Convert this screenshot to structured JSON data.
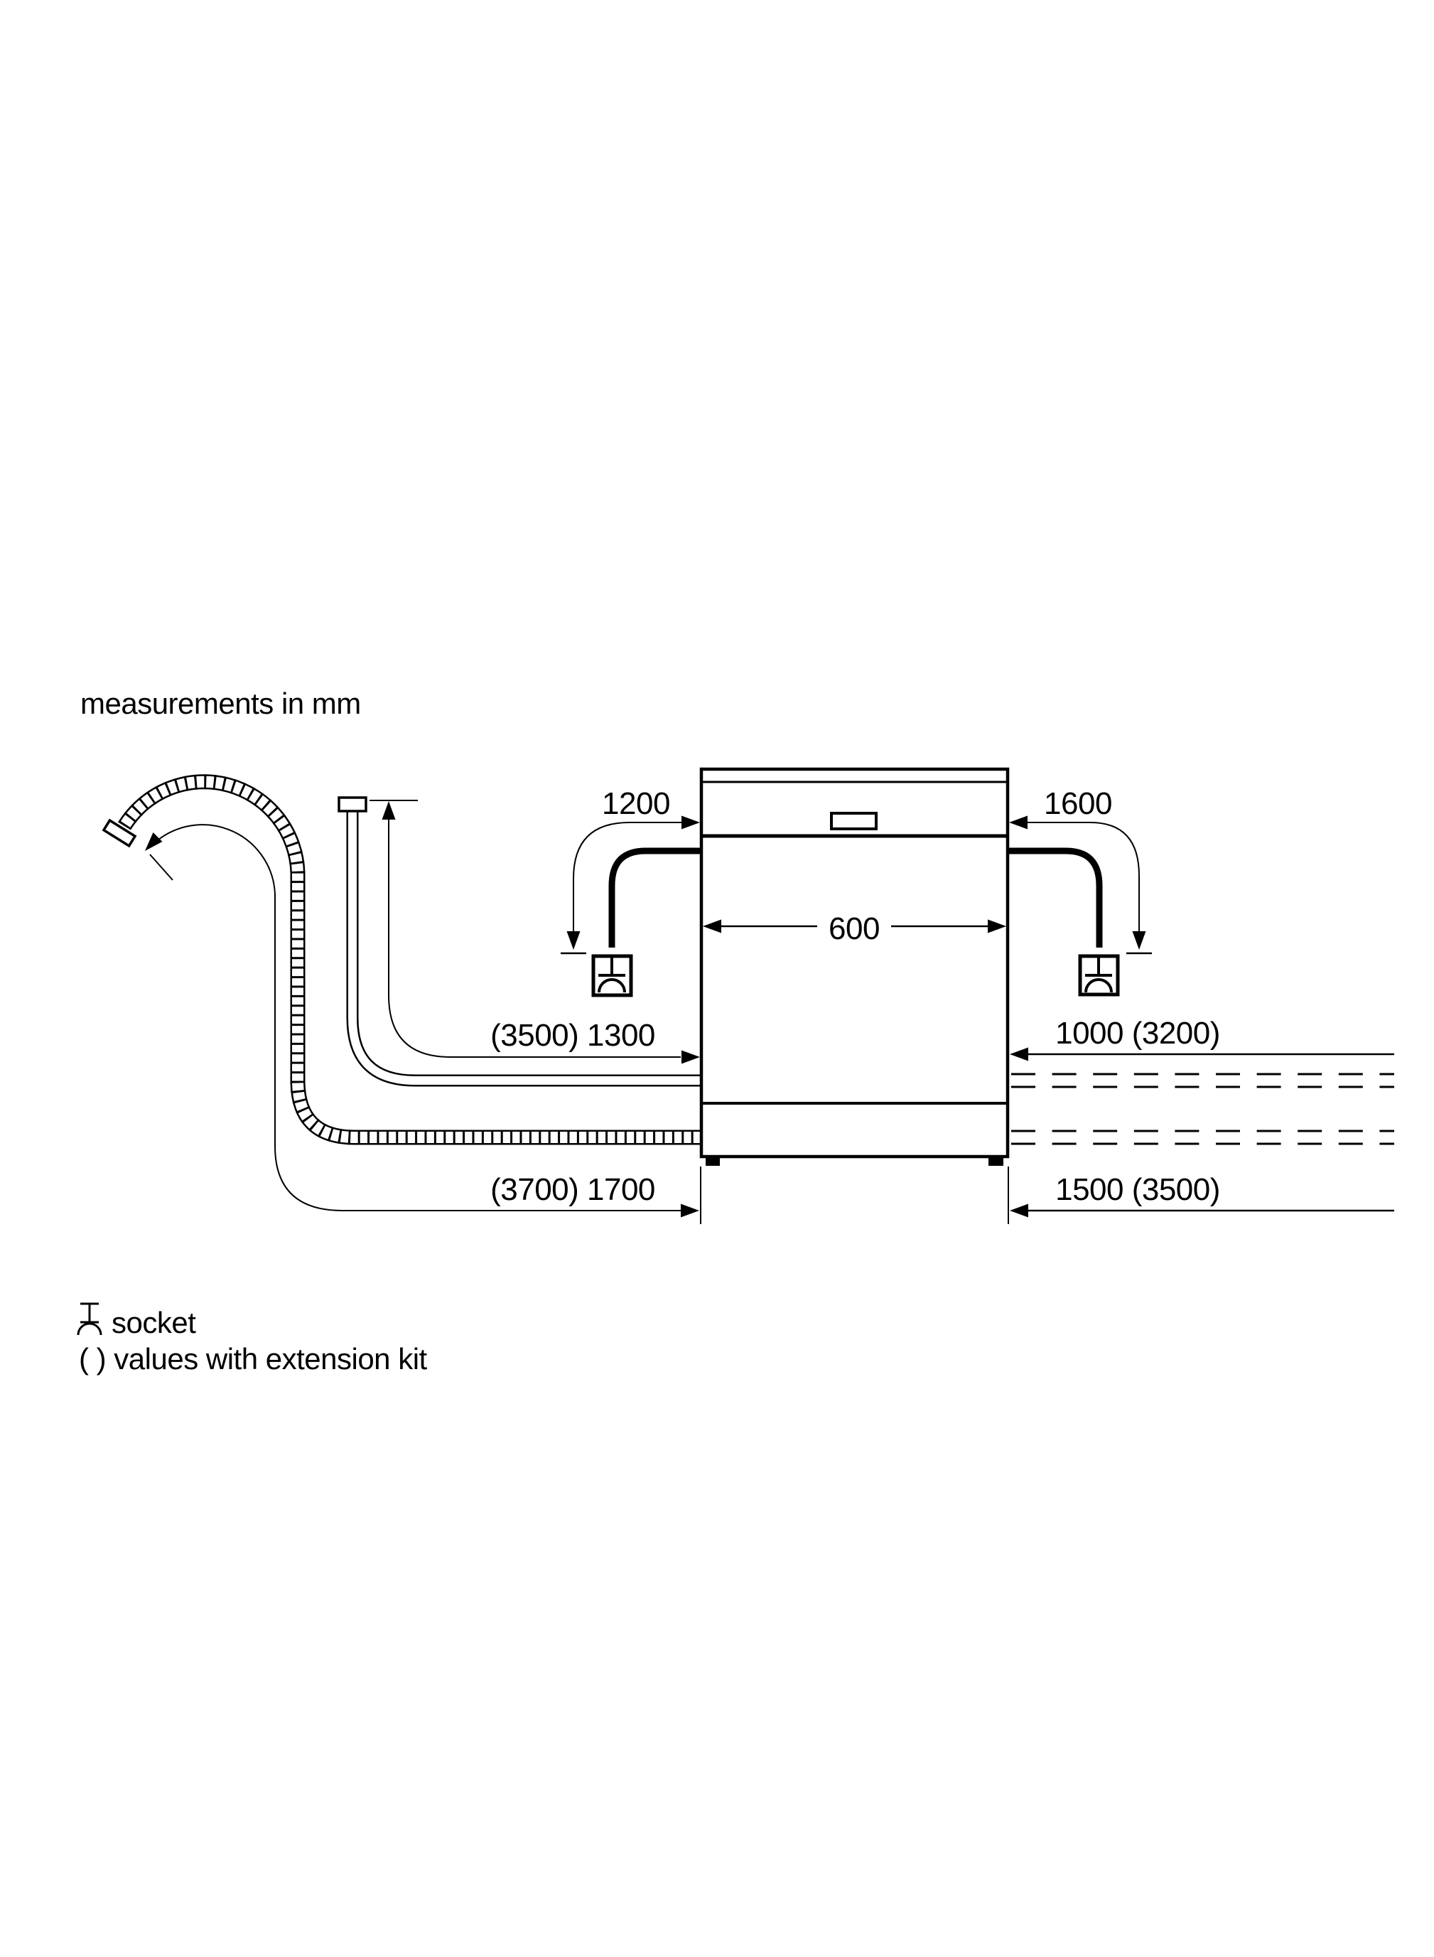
{
  "title": "measurements in mm",
  "dimensions": {
    "appliance_width": "600",
    "power_cord_left": "1200",
    "power_cord_right": "1600",
    "supply_hose_left": "(3500) 1300",
    "drain_hose_left": "(3700) 1700",
    "supply_hose_right": "1000 (3200)",
    "drain_hose_right": "1500 (3500)"
  },
  "legend": {
    "socket_label": "socket",
    "extension_note": "( ) values with extension kit"
  },
  "icons": {
    "socket": "socket-icon",
    "drain_hose": "corrugated-drain-hose-icon",
    "supply_hose": "supply-hose-icon",
    "power_cord": "power-cord-icon",
    "appliance": "dishwasher-front"
  },
  "colors": {
    "ink": "#000000",
    "paper": "#ffffff"
  }
}
